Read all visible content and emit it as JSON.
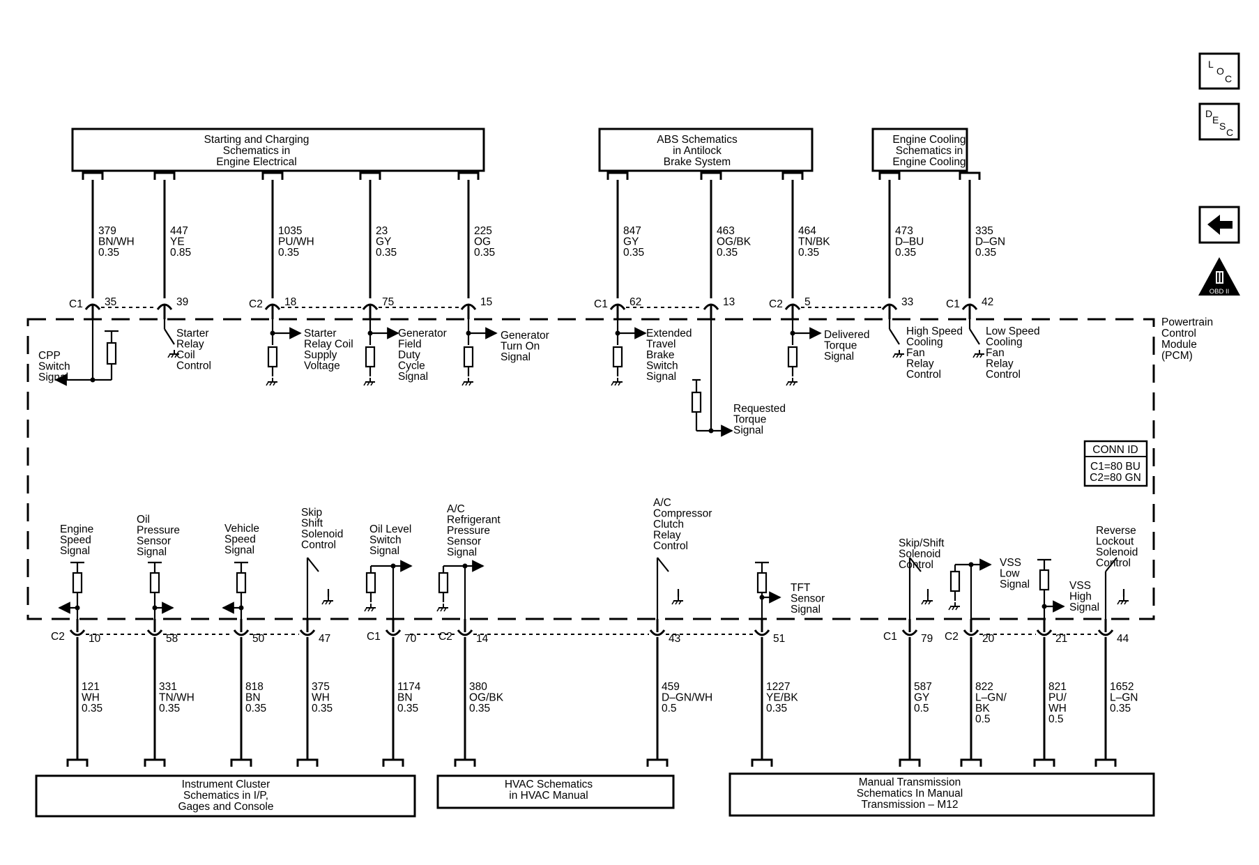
{
  "top_boxes": [
    {
      "lines": [
        "Starting and Charging",
        "Schematics in",
        "Engine Electrical"
      ]
    },
    {
      "lines": [
        "ABS Schematics",
        "in Antilock",
        "Brake System"
      ]
    },
    {
      "lines": [
        "Engine Cooling",
        "Schematics in",
        "Engine Cooling"
      ]
    }
  ],
  "bottom_boxes": [
    {
      "lines": [
        "Instrument Cluster",
        "Schematics in I/P,",
        "Gages and Console"
      ]
    },
    {
      "lines": [
        "HVAC Schematics",
        "in HVAC Manual"
      ]
    },
    {
      "lines": [
        "Manual Transmission",
        "Schematics In Manual",
        "Transmission – M12"
      ]
    }
  ],
  "module": {
    "lines": [
      "Powertrain",
      "Control",
      "Module",
      "(PCM)"
    ]
  },
  "conn_id": {
    "title": "CONN ID",
    "lines": [
      "C1=80 BU",
      "C2=80 GN"
    ]
  },
  "nav": {
    "loc": [
      "L",
      "O",
      "C"
    ],
    "desc": [
      "D",
      "E",
      "S",
      "C"
    ],
    "back_label": "back",
    "obd_text": "OBD II"
  },
  "top_circuits": [
    {
      "wire": [
        "379",
        "BN/WH",
        "0.35"
      ],
      "connector": "C1",
      "pin": "35",
      "signal": [
        "CPP",
        "Switch",
        "Signal"
      ]
    },
    {
      "wire": [
        "447",
        "YE",
        "0.85"
      ],
      "connector": "",
      "pin": "39",
      "signal": [
        "Starter",
        "Relay",
        "Coil",
        "Control"
      ]
    },
    {
      "wire": [
        "1035",
        "PU/WH",
        "0.35"
      ],
      "connector": "C2",
      "pin": "18",
      "signal": [
        "Starter",
        "Relay Coil",
        "Supply",
        "Voltage"
      ]
    },
    {
      "wire": [
        "23",
        "GY",
        "0.35"
      ],
      "connector": "",
      "pin": "75",
      "signal": [
        "Generator",
        "Field",
        "Duty",
        "Cycle",
        "Signal"
      ]
    },
    {
      "wire": [
        "225",
        "OG",
        "0.35"
      ],
      "connector": "",
      "pin": "15",
      "signal": [
        "Generator",
        "Turn On",
        "Signal"
      ]
    },
    {
      "wire": [
        "847",
        "GY",
        "0.35"
      ],
      "connector": "C1",
      "pin": "62",
      "signal": [
        "Extended",
        "Travel",
        "Brake",
        "Switch",
        "Signal"
      ]
    },
    {
      "wire": [
        "463",
        "OG/BK",
        "0.35"
      ],
      "connector": "",
      "pin": "13",
      "signal": [
        "Requested",
        "Torque",
        "Signal"
      ]
    },
    {
      "wire": [
        "464",
        "TN/BK",
        "0.35"
      ],
      "connector": "C2",
      "pin": "5",
      "signal": [
        "Delivered",
        "Torque",
        "Signal"
      ]
    },
    {
      "wire": [
        "473",
        "D–BU",
        "0.35"
      ],
      "connector": "",
      "pin": "33",
      "signal": [
        "High Speed",
        "Cooling",
        "Fan",
        "Relay",
        "Control"
      ]
    },
    {
      "wire": [
        "335",
        "D–GN",
        "0.35"
      ],
      "connector": "C1",
      "pin": "42",
      "signal": [
        "Low Speed",
        "Cooling",
        "Fan",
        "Relay",
        "Control"
      ]
    }
  ],
  "bottom_circuits": [
    {
      "wire": [
        "121",
        "WH",
        "0.35"
      ],
      "connector": "C2",
      "pin": "10",
      "signal": [
        "Engine",
        "Speed",
        "Signal"
      ]
    },
    {
      "wire": [
        "331",
        "TN/WH",
        "0.35"
      ],
      "connector": "",
      "pin": "58",
      "signal": [
        "Oil",
        "Pressure",
        "Sensor",
        "Signal"
      ]
    },
    {
      "wire": [
        "818",
        "BN",
        "0.35"
      ],
      "connector": "",
      "pin": "50",
      "signal": [
        "Vehicle",
        "Speed",
        "Signal"
      ]
    },
    {
      "wire": [
        "375",
        "WH",
        "0.35"
      ],
      "connector": "",
      "pin": "47",
      "signal": [
        "Skip",
        "Shift",
        "Solenoid",
        "Control"
      ]
    },
    {
      "wire": [
        "1174",
        "BN",
        "0.35"
      ],
      "connector": "C1",
      "pin": "70",
      "signal": [
        "Oil Level",
        "Switch",
        "Signal"
      ]
    },
    {
      "wire": [
        "380",
        "OG/BK",
        "0.35"
      ],
      "connector": "C2",
      "pin": "14",
      "signal": [
        "A/C",
        "Refrigerant",
        "Pressure",
        "Sensor",
        "Signal"
      ]
    },
    {
      "wire": [
        "459",
        "D–GN/WH",
        "0.5"
      ],
      "connector": "",
      "pin": "43",
      "signal": [
        "A/C",
        "Compressor",
        "Clutch",
        "Relay",
        "Control"
      ]
    },
    {
      "wire": [
        "1227",
        "YE/BK",
        "0.35"
      ],
      "connector": "",
      "pin": "51",
      "signal": [
        "TFT",
        "Sensor",
        "Signal"
      ]
    },
    {
      "wire": [
        "587",
        "GY",
        "0.5"
      ],
      "connector": "C1",
      "pin": "79",
      "signal": [
        "Skip/Shift",
        "Solenoid",
        "Control"
      ]
    },
    {
      "wire": [
        "822",
        "L–GN/",
        "BK",
        "0.5"
      ],
      "connector": "C2",
      "pin": "20",
      "signal": [
        "VSS",
        "Low",
        "Signal"
      ]
    },
    {
      "wire": [
        "821",
        "PU/",
        "WH",
        "0.5"
      ],
      "connector": "",
      "pin": "21",
      "signal": [
        "VSS",
        "High",
        "Signal"
      ]
    },
    {
      "wire": [
        "1652",
        "L–GN",
        "0.35"
      ],
      "connector": "",
      "pin": "44",
      "signal": [
        "Reverse",
        "Lockout",
        "Solenoid",
        "Control"
      ]
    }
  ]
}
